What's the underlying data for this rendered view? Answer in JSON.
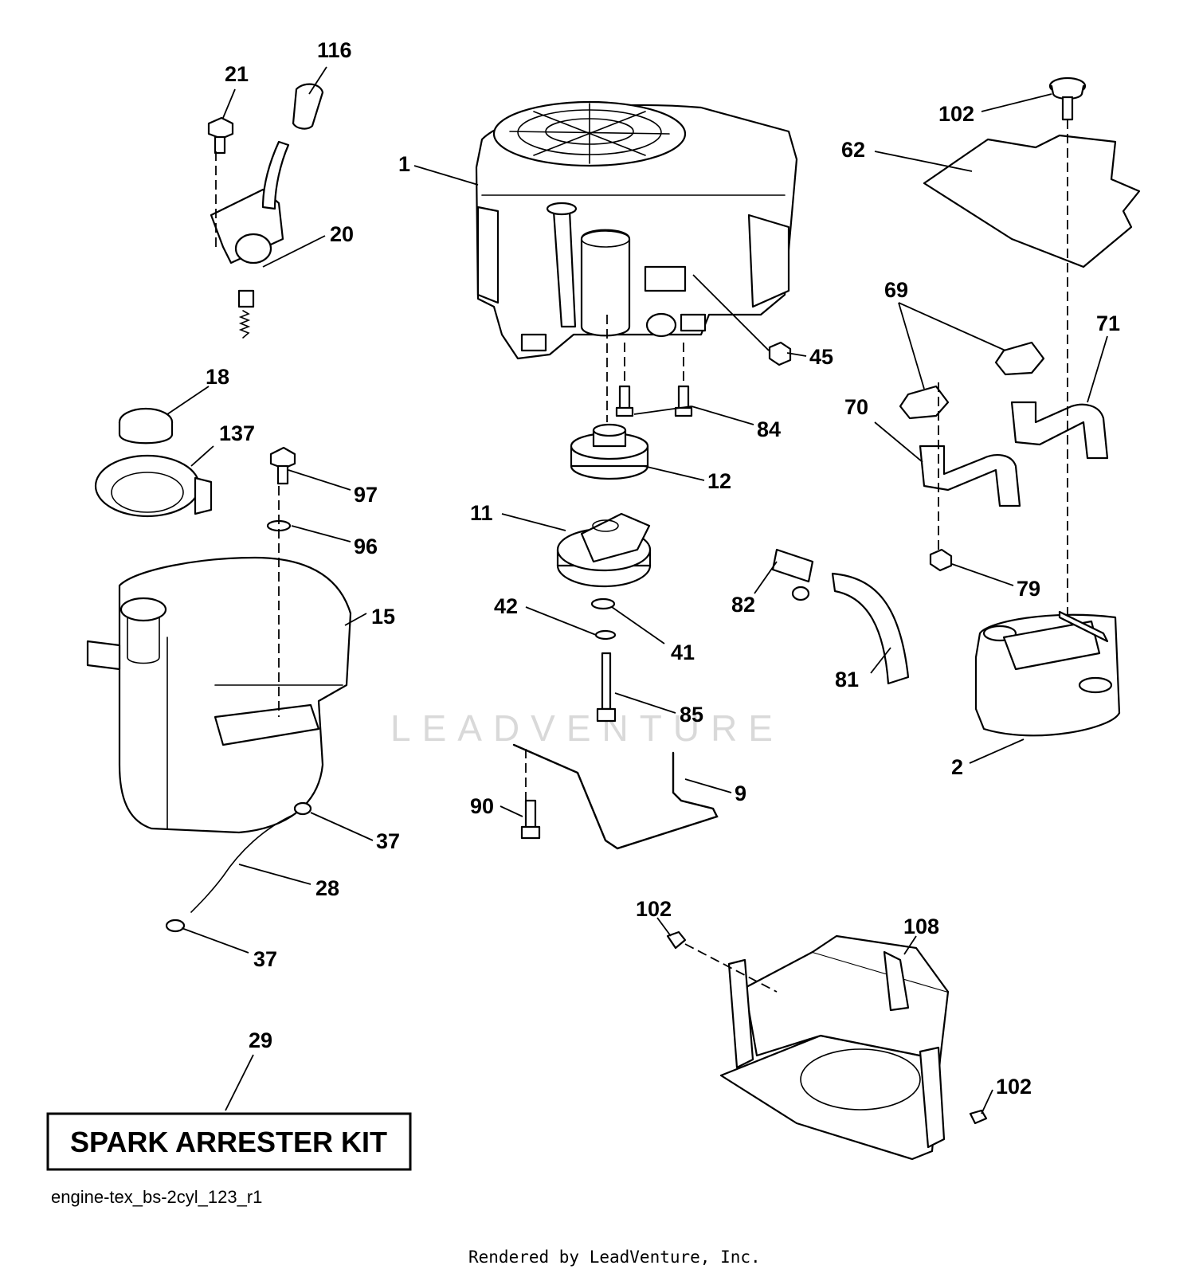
{
  "diagram": {
    "callouts": [
      "116",
      "21",
      "20",
      "1",
      "102",
      "62",
      "45",
      "69",
      "71",
      "18",
      "84",
      "70",
      "137",
      "97",
      "12",
      "11",
      "96",
      "82",
      "79",
      "15",
      "42",
      "41",
      "81",
      "85",
      "2",
      "9",
      "90",
      "37",
      "28",
      "102",
      "108",
      "37",
      "29",
      "102"
    ],
    "kit_label": "SPARK ARRESTER KIT",
    "file_name": "engine-tex_bs-2cyl_123_r1",
    "credit": "Rendered by LeadVenture, Inc.",
    "watermark": "LEADVENTURE"
  }
}
